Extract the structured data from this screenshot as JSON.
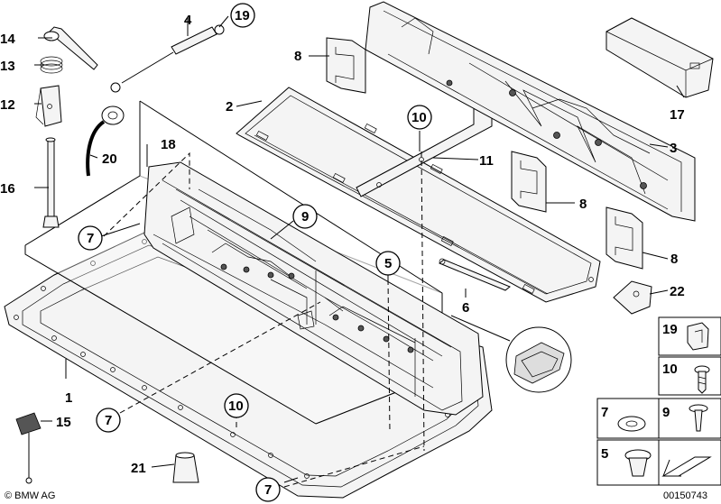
{
  "diagram": {
    "labels": {
      "p1": "1",
      "p2": "2",
      "p3": "3",
      "p4": "4",
      "p5": "5",
      "p6": "6",
      "p7a": "7",
      "p7b": "7",
      "p7c": "7",
      "p8a": "8",
      "p8b": "8",
      "p8c": "8",
      "p9": "9",
      "p10a": "10",
      "p10b": "10",
      "p11": "11",
      "p12": "12",
      "p13": "13",
      "p14": "14",
      "p15": "15",
      "p16": "16",
      "p17": "17",
      "p18": "18",
      "p19": "19",
      "p20": "20",
      "p21": "21",
      "p22": "22"
    },
    "legend": {
      "l19": "19",
      "l10": "10",
      "l7": "7",
      "l9": "9",
      "l5": "5"
    },
    "copyright": "© BMW AG",
    "drawing_number": "00150743"
  }
}
